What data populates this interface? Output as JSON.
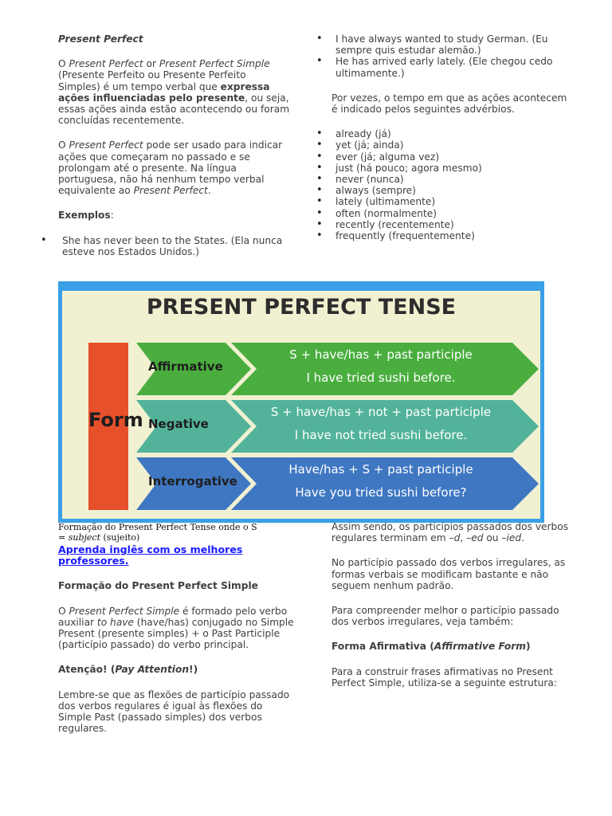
{
  "left": {
    "title": "Present Perfect",
    "intro": {
      "p1": "O ",
      "pp1": "Present Perfect",
      "or": " or ",
      "pp2": "Present Perfect Simple",
      "p2": " (Presente Perfeito ou Presente Perfeito Simples) é um tempo verbal que ",
      "bold": "expressa ações influenciadas pelo presente",
      "p3": ", ou seja, essas ações ainda estão acontecendo ou foram concluídas recentemente."
    },
    "second": {
      "p1": "O ",
      "pp": "Present Perfect",
      "p2": " pode ser usado para indicar ações que começaram no passado e se prolongam até o presente. Na língua portuguesa, não há nenhum tempo verbal equivalente ao ",
      "pp2": "Present Perfect",
      "p3": "."
    },
    "examples_label": "Exemplos",
    "examples_colon": ":",
    "examples": [
      "She has never been to the States. (Ela nunca esteve nos Estados Unidos.)"
    ]
  },
  "right": {
    "examples": [
      "I have always wanted to study German. (Eu sempre quis estudar alemão.)",
      "He has arrived early lately. (Ele chegou cedo ultimamente.)"
    ],
    "adverbs_intro": "Por vezes, o tempo em que as ações acontecem é indicado pelos seguintes advérbios.",
    "adverbs": [
      "already (já)",
      "yet (já; ainda)",
      "ever (já; alguma vez)",
      "just (há pouco; agora mesmo)",
      "never (nunca)",
      "always (sempre)",
      "lately (ultimamente)",
      "often (normalmente)",
      "recently (recentemente)",
      "frequently (frequentemente)"
    ]
  },
  "infographic": {
    "title": "PRESENT PERFECT TENSE",
    "form": "Form",
    "rows": [
      {
        "label": "Affirmative",
        "structure": "S + have/has + past participle",
        "example": "I have tried sushi before.",
        "color": "#4aae3f"
      },
      {
        "label": "Negative",
        "structure": "S + have/has + not + past participle",
        "example": "I have not tried sushi before.",
        "color": "#52b39a"
      },
      {
        "label": "Interrogative",
        "structure": "Have/has + S + past participle",
        "example": "Have you tried sushi before?",
        "color": "#3f77c2"
      }
    ]
  },
  "caption": {
    "line1": "Formação do Present Perfect Tense onde o S",
    "eq": "= ",
    "subject": "subject",
    "rest": " (sujeito)"
  },
  "link": "Aprenda inglês com os melhores professores.",
  "bottom_left": {
    "heading": "Formação do Present Perfect Simple",
    "p1a": "O ",
    "p1_italic": "Present Perfect Simple",
    "p1b": " é formado pelo verbo auxiliar ",
    "p1_italic2": "to have",
    "p1c": " (have/has) conjugado no Simple Present (presente simples) + o Past Participle (particípio passado) do verbo principal.",
    "attention_a": "Atenção! (",
    "attention_italic": "Pay Attention",
    "attention_b": "!)",
    "p2": "Lembre-se que as flexões de particípio passado dos verbos regulares é igual às flexões do Simple Past (passado simples) dos verbos regulares."
  },
  "bottom_right": {
    "p1a": "Assim sendo, os particípios passados dos verbos regulares terminam em ",
    "p1_d": "–d",
    "p1_sep1": ", ",
    "p1_ed": "–ed",
    "p1_or": " ou ",
    "p1_ied": "–ied",
    "p1_end": ".",
    "p2": "No particípio passado dos verbos irregulares, as formas verbais se modificam bastante e não seguem nenhum padrão.",
    "p3": "Para compreender melhor o particípio passado dos verbos irregulares, veja também:",
    "heading_a": "Forma Afirmativa (",
    "heading_italic": "Affirmative Form",
    "heading_b": ")",
    "p4": "Para a construir frases afirmativas no Present Perfect Simple, utiliza-se a seguinte estrutura:"
  }
}
